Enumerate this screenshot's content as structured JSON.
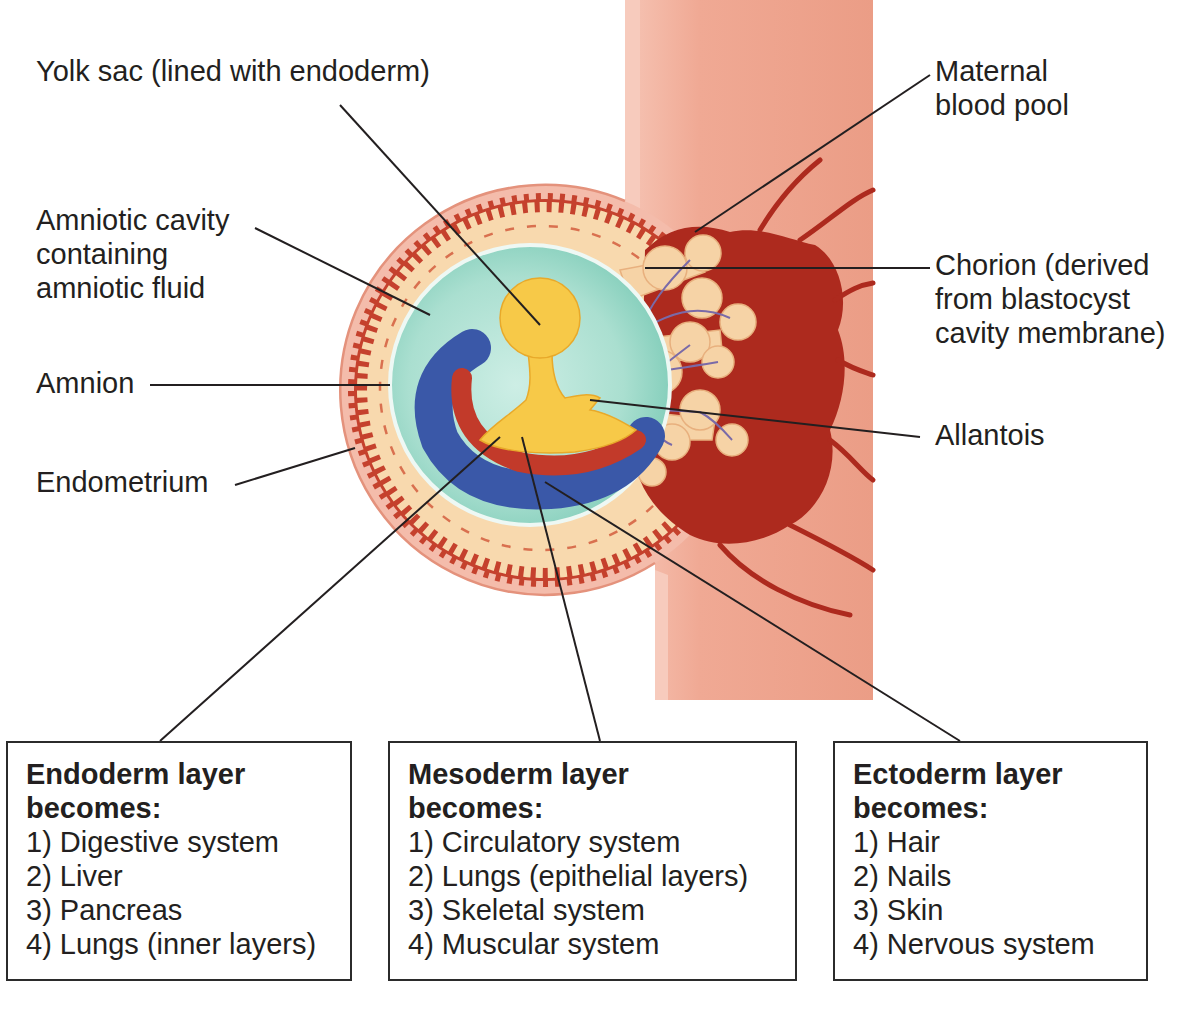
{
  "diagram": {
    "nodes": [
      {
        "text": [
          "Endoderm layer becomes:",
          "1) Digestive system",
          "2) Liver",
          "3) Pancreas",
          "4) Lungs (inner layers)"
        ]
      },
      {
        "text": [
          "Mesoderm layer becomes:",
          "1) Circulatory system",
          "2) Lungs (epithelial layers)",
          "3) Skeletal system",
          "4) Muscular system"
        ]
      },
      {
        "text": [
          "Ectoderm layer becomes:",
          "1) Hair",
          "2) Nails",
          "3) Skin",
          "4) Nervous system"
        ]
      }
    ],
    "labels": [
      "Yolk sac (lined with endoderm)",
      "Amniotic cavity containing amniotic fluid",
      "Amnion",
      "Endometrium",
      "Maternal blood pool",
      "Chorion (derived from blastocyst cavity membrane)",
      "Allantois"
    ]
  }
}
